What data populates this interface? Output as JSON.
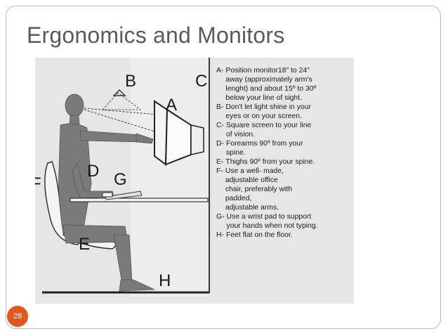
{
  "slide": {
    "title": "Ergonomics and Monitors",
    "page_number": "28"
  },
  "figure": {
    "letters": {
      "a": "A",
      "b": "B",
      "c": "C",
      "d": "D",
      "e": "E",
      "f": "F",
      "g": "G",
      "h": "H"
    },
    "legend": [
      {
        "key": "A-",
        "text": "Position monitor18\" to 24\"\naway (approximately arm's\nlenght) and about 15º to 30º\nbelow your line of sight."
      },
      {
        "key": "B-",
        "text": "Don't let light shine in your\neyes or on your screen."
      },
      {
        "key": "C-",
        "text": "Square screen to your line\nof vision."
      },
      {
        "key": "D-",
        "text": "Forearms 90º from your\nspine."
      },
      {
        "key": "E-",
        "text": "Thighs 90º from your spine."
      },
      {
        "key": "F-",
        "text": "Use a well- made,\nadjustable office\nchair, preferably with\npadded,\nadjustable arms."
      },
      {
        "key": "G-",
        "text": "Use a wrist pad to support\nyour hands when not typing."
      },
      {
        "key": "H-",
        "text": "Feet flat on the floor."
      }
    ]
  },
  "colors": {
    "accent": "#e2571c",
    "title": "#5a5a5a",
    "figure_bg": "#e6e6e6",
    "figure_person": "#7a7a7a"
  }
}
